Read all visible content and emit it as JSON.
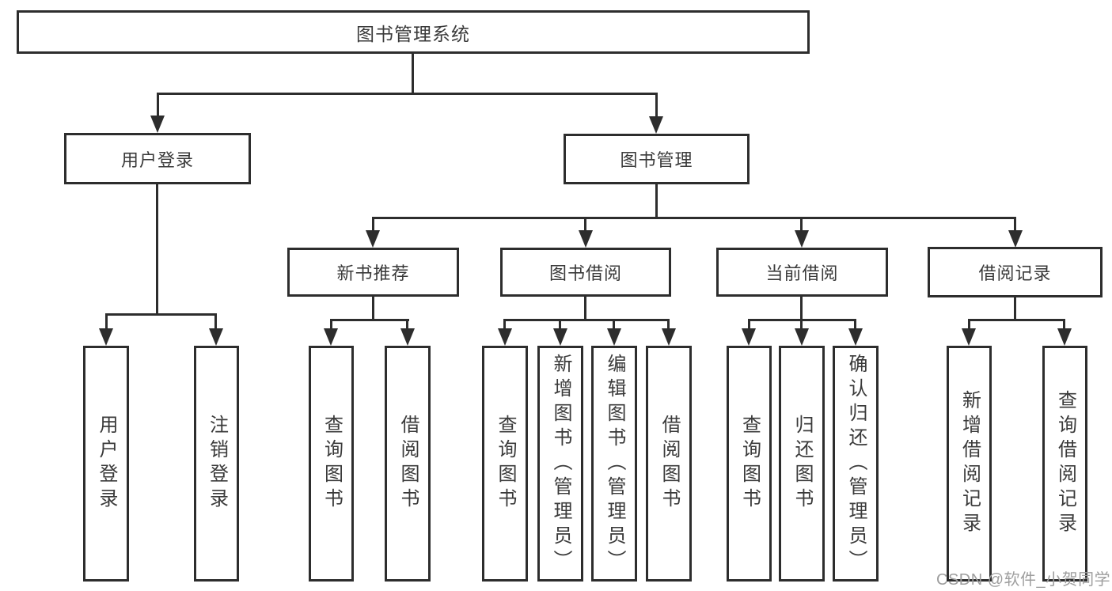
{
  "page": {
    "watermark": "CSDN @软件_小贺同学"
  },
  "diagram": {
    "type": "hierarchy-tree",
    "root": {
      "label": "图书管理系统"
    },
    "level2": [
      {
        "label": "用户登录"
      },
      {
        "label": "图书管理"
      }
    ],
    "level3": [
      {
        "label": "新书推荐"
      },
      {
        "label": "图书借阅"
      },
      {
        "label": "当前借阅"
      },
      {
        "label": "借阅记录"
      }
    ],
    "leaves": [
      {
        "label": "用户登录"
      },
      {
        "label": "注销登录"
      },
      {
        "label": "查询图书"
      },
      {
        "label": "借阅图书"
      },
      {
        "label": "查询图书"
      },
      {
        "label": "新增图书（管理员）"
      },
      {
        "label": "编辑图书（管理员）"
      },
      {
        "label": "借阅图书"
      },
      {
        "label": "查询图书"
      },
      {
        "label": "归还图书"
      },
      {
        "label": "确认归还（管理员）"
      },
      {
        "label": "新增借阅记录"
      },
      {
        "label": "查询借阅记录"
      }
    ],
    "hierarchy": {
      "图书管理系统": [
        "用户登录",
        "图书管理"
      ],
      "用户登录": [
        "用户登录",
        "注销登录"
      ],
      "图书管理": [
        "新书推荐",
        "图书借阅",
        "当前借阅",
        "借阅记录"
      ],
      "新书推荐": [
        "查询图书",
        "借阅图书"
      ],
      "图书借阅": [
        "查询图书",
        "新增图书（管理员）",
        "编辑图书（管理员）",
        "借阅图书"
      ],
      "当前借阅": [
        "查询图书",
        "归还图书",
        "确认归还（管理员）"
      ],
      "借阅记录": [
        "新增借阅记录",
        "查询借阅记录"
      ]
    },
    "colors": {
      "line": "#2d2d2d",
      "text": "#3a3a3a",
      "box_background": "#ffffff",
      "page_background": "#ffffff",
      "watermark": "#9e9e9e"
    }
  }
}
